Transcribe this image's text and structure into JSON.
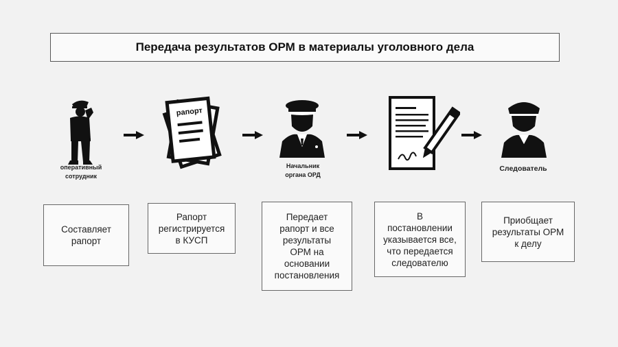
{
  "title": "Передача результатов ОРМ в материалы уголовного дела",
  "steps": [
    {
      "icon": "saluting-officer-icon",
      "caption": "оперативный сотрудник",
      "box": "Составляет\nрапорт"
    },
    {
      "icon": "report-document-icon",
      "doc_label": "рапорт",
      "box": "Рапорт\nрегистрируется\nв КУСП"
    },
    {
      "icon": "officer-chief-icon",
      "caption": "Начальник органа ОРД",
      "box": "Передает\nрапорт и все\nрезультаты\nОРМ на\nосновании\nпостановления"
    },
    {
      "icon": "signed-document-icon",
      "box": "В\nпостановлении\nуказывается все,\nчто передается\nследователю"
    },
    {
      "icon": "investigator-icon",
      "caption": "Следователь",
      "box": "Приобщает\nрезультаты ОРМ\nк делу"
    }
  ],
  "colors": {
    "background": "#f2f2f2",
    "icon": "#111111",
    "border": "#666666"
  }
}
